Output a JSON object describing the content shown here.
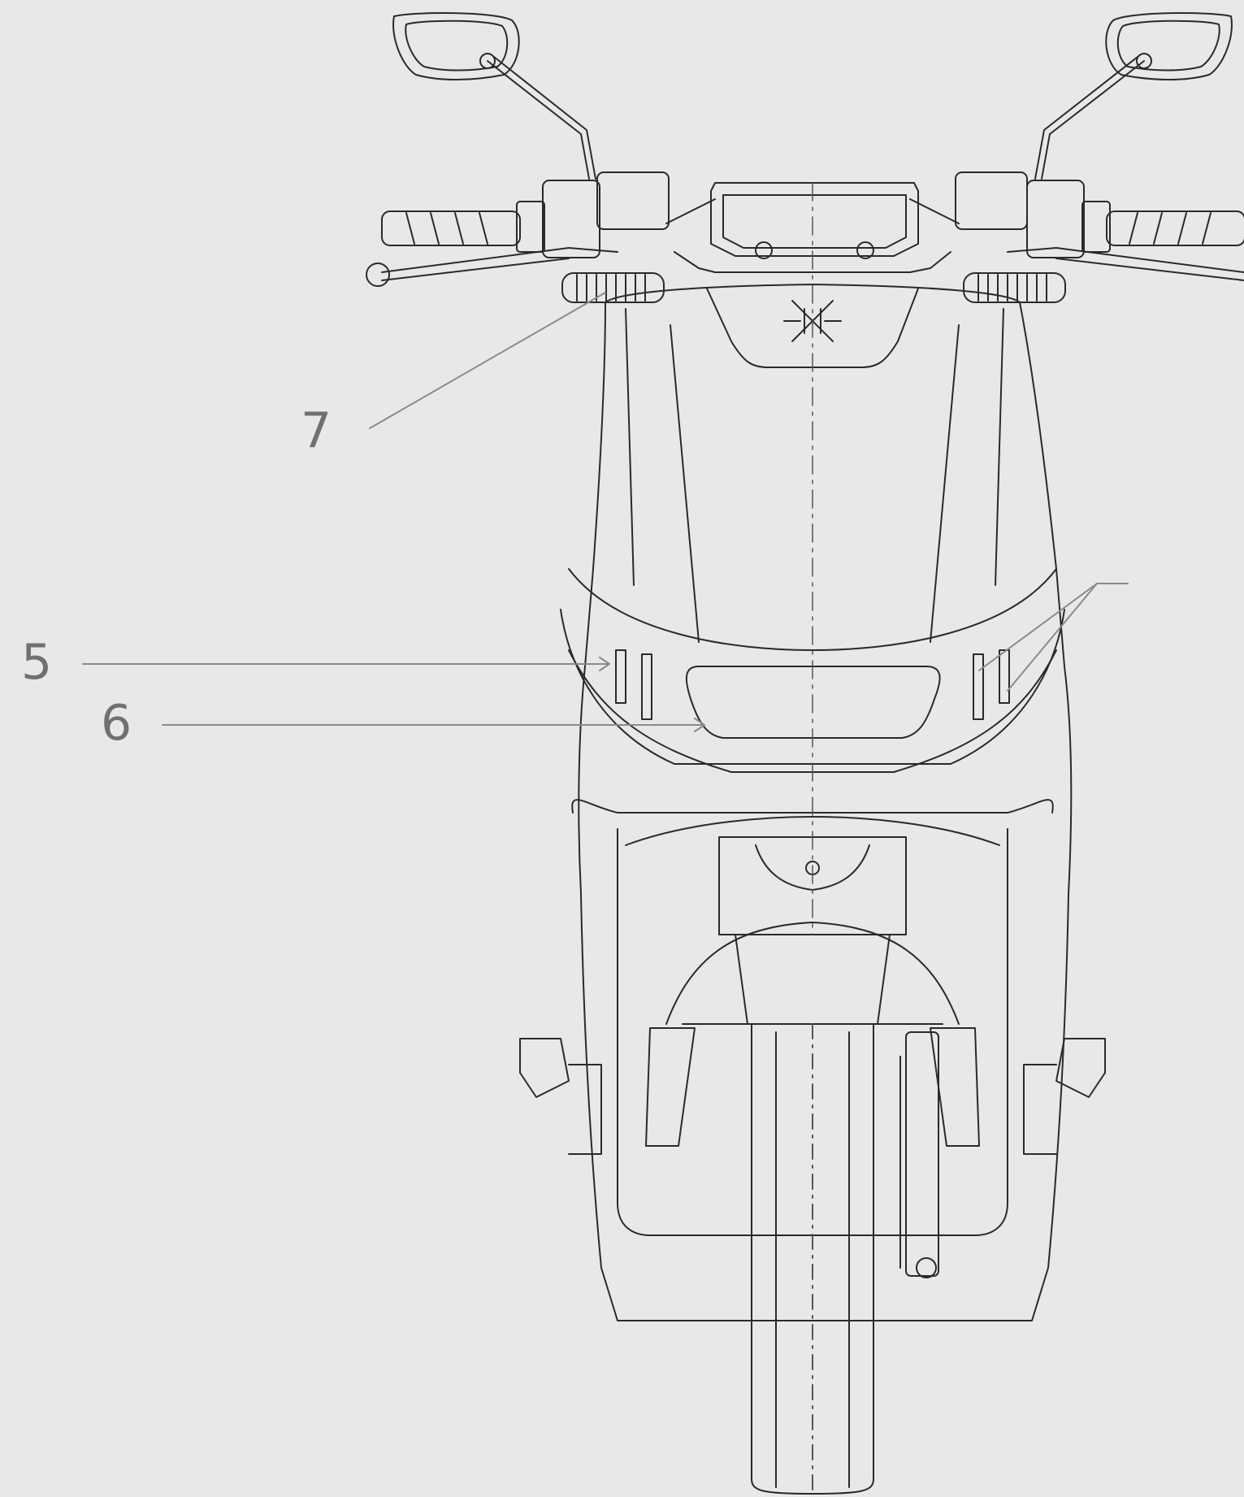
{
  "callouts": [
    {
      "id": "7",
      "text": "7",
      "part": "headlight"
    },
    {
      "id": "5",
      "text": "5",
      "part": "position-light-strips"
    },
    {
      "id": "6",
      "text": "6",
      "part": "front-display-window"
    }
  ],
  "colors": {
    "background": "#e8e8e8",
    "line": "#2a2a2a",
    "leader": "#8a8a8a",
    "label": "#707070"
  }
}
